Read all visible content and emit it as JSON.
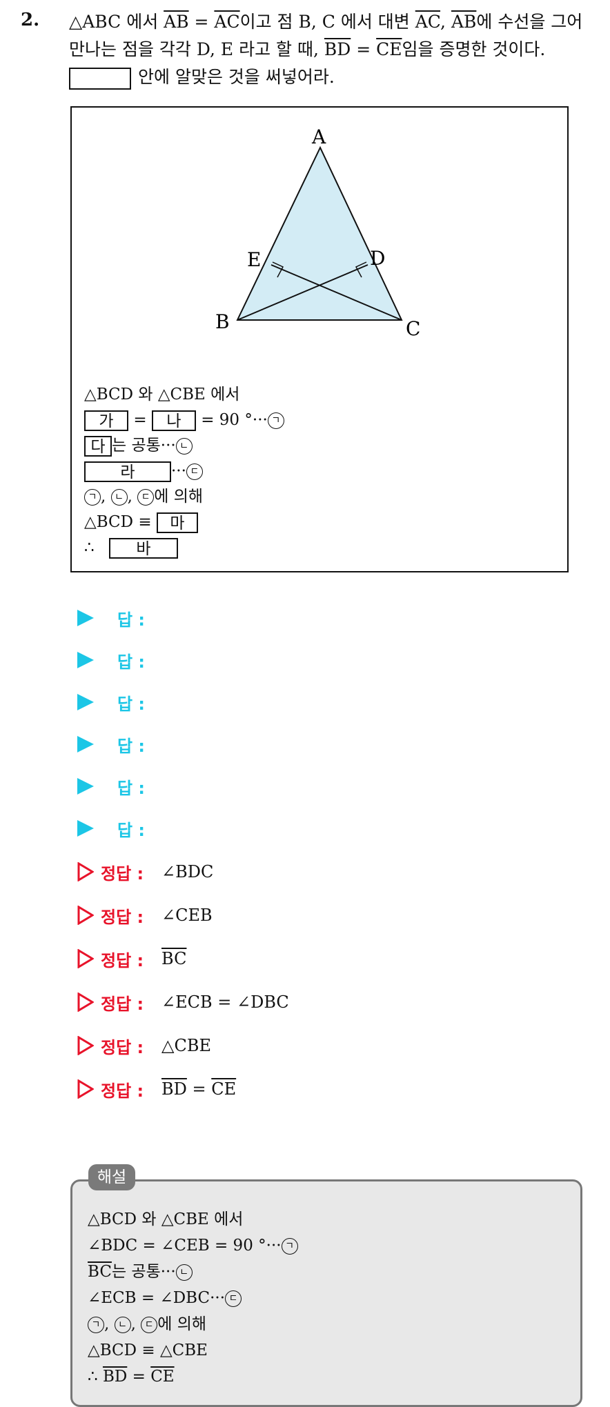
{
  "question": {
    "number": "2.",
    "line1_a": "△ABC 에서 ",
    "line1_ab": "AB",
    "line1_eq": " = ",
    "line1_ac": "AC",
    "line1_b": "이고 점 B, C 에서 대변 ",
    "line1_ac2": "AC",
    "line1_comma": ", ",
    "line1_ab2": "AB",
    "line1_c": "에 수선을 그어 만나는 점을 각각 D, E 라고 할 때, ",
    "line1_bd": "BD",
    "line1_eq2": " = ",
    "line1_ce": "CE",
    "line1_d": "임을 증명한 것이다.",
    "line3": "안에 알맞은 것을 써넣어라."
  },
  "figure": {
    "fill_color": "#d3ecf5",
    "labels": {
      "A": "A",
      "B": "B",
      "C": "C",
      "D": "D",
      "E": "E"
    }
  },
  "proof": {
    "l1": "△BCD 와 △CBE 에서",
    "box_ga": "가",
    "box_na": "나",
    "eq": "=",
    "deg": "= 90 °···",
    "m1": "ㄱ",
    "box_da": "다",
    "common": "는 공통···",
    "m2": "ㄴ",
    "box_ra": "라",
    "dots": "···",
    "m3": "ㄷ",
    "by": "에 의해",
    "comma": ", ",
    "congr": "△BCD ≡",
    "box_ma": "마",
    "therefore": "∴",
    "box_ba": "바"
  },
  "answers": {
    "label": "답 :",
    "count": 6
  },
  "keys": {
    "label": "정답 :",
    "k1": "∠BDC",
    "k2": "∠CEB",
    "k3": "BC",
    "k4": "∠ECB = ∠DBC",
    "k5": "△CBE",
    "k6_bd": "BD",
    "k6_eq": " = ",
    "k6_ce": "CE"
  },
  "explanation": {
    "tag": "해설",
    "l1": "△BCD 와 △CBE 에서",
    "l2": "∠BDC = ∠CEB = 90 °···",
    "l3_bc": "BC",
    "l3": "는 공통···",
    "l4": "∠ECB = ∠DBC···",
    "l5": "에 의해",
    "l6": "△BCD ≡ △CBE",
    "l7_t": "∴ ",
    "l7_bd": "BD",
    "l7_eq": " = ",
    "l7_ce": "CE",
    "m1": "ㄱ",
    "m2": "ㄴ",
    "m3": "ㄷ",
    "comma": ", "
  },
  "colors": {
    "answer_cyan": "#1cc6e6",
    "key_red": "#e8132a",
    "exp_bg": "#e8e8e8"
  }
}
